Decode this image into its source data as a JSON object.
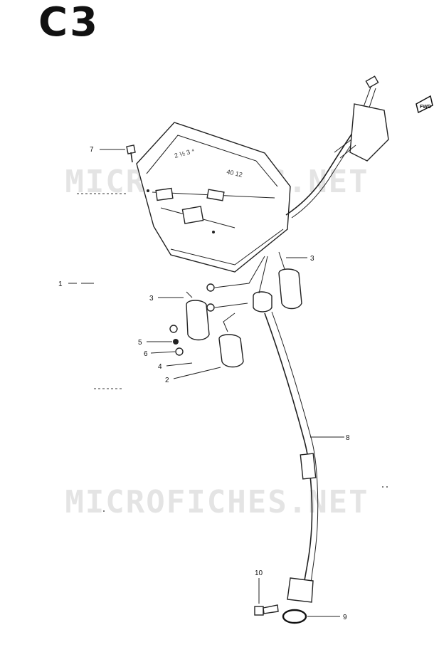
{
  "diagram": {
    "title": "C3",
    "watermark": "MICROFICHES.NET",
    "fwd_label": "FWD",
    "callouts": [
      {
        "id": "7",
        "label": "7"
      },
      {
        "id": "3a",
        "label": "3"
      },
      {
        "id": "3b",
        "label": "3"
      },
      {
        "id": "1",
        "label": "1"
      },
      {
        "id": "5",
        "label": "5"
      },
      {
        "id": "6",
        "label": "6"
      },
      {
        "id": "4",
        "label": "4"
      },
      {
        "id": "2",
        "label": "2"
      },
      {
        "id": "8",
        "label": "8"
      },
      {
        "id": "10",
        "label": "10"
      },
      {
        "id": "9",
        "label": "9"
      }
    ]
  }
}
